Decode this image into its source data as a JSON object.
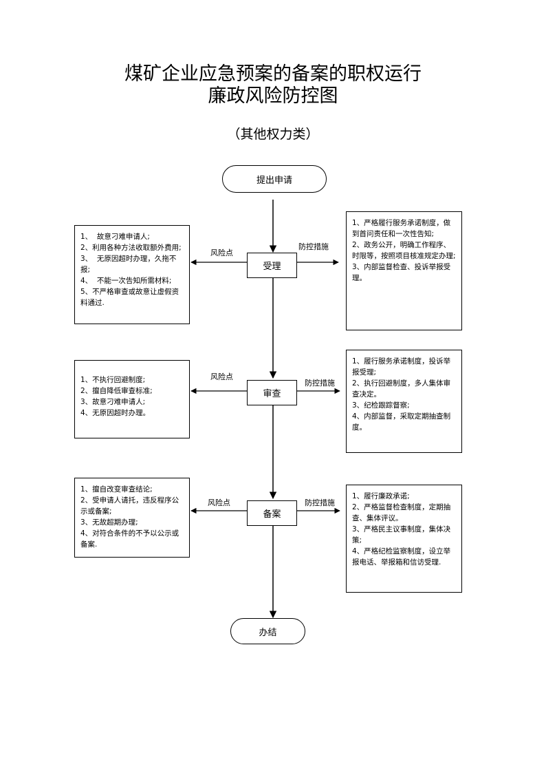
{
  "title": {
    "line1": "煤矿企业应急预案的备案的职权运行",
    "line2": "廉政风险防控图",
    "category": "（其他权力类）"
  },
  "flow": {
    "start": "提出申请",
    "steps": [
      "受理",
      "审查",
      "备案"
    ],
    "end": "办结"
  },
  "labels": {
    "risk": "风险点",
    "control": "防控措施"
  },
  "risks": {
    "accept": [
      "1、  故意刁难申请人;",
      "2、利用各种方法收取额外费用;",
      "3、  无原因超时办理，久拖不报;",
      "4、  不能一次告知所需材料;",
      "5、不严格审查或故意让虚假资料通过."
    ],
    "review": [
      "1、不执行回避制度;",
      "2、擅自降低审查标准;",
      "3、故意刁难申请人;",
      "4、无原因超时办理。"
    ],
    "record": [
      "1、擅自改变审查结论;",
      "2、受申请人请托，违反程序公示或备案;",
      "3、无故超期办理;",
      "4、对符合条件的不予以公示或备案."
    ]
  },
  "controls": {
    "accept": [
      "1、严格履行服务承诺制度，做到首问责任和一次性告知;",
      "2、政务公开，明确工作程序、时限等，按照项目核准规定办理;",
      "3、内部监督检查、投诉举报受理。"
    ],
    "review": [
      "1、履行服务承诺制度，投诉举报受理;",
      "2、执行回避制度，多人集体审查决定。",
      "3、纪检跟踪督察;",
      "4、内部监督，采取定期抽查制度。"
    ],
    "record": [
      "1、履行廉政承诺;",
      "2、严格监督检查制度，定期抽查、集体评议。",
      "3、严格民主议事制度，集体决策;",
      "4、严格纪检监察制度，设立举报电话、举报箱和信访受理."
    ]
  }
}
